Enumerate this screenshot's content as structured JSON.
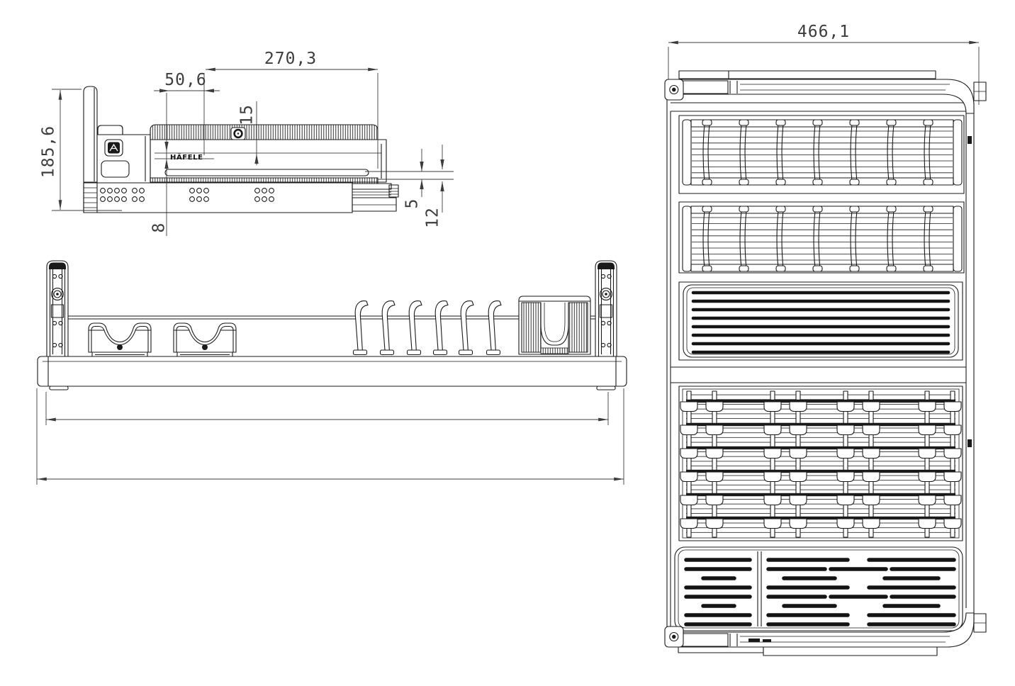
{
  "drawing": {
    "product": "Pull-out kitchen drawer dish rack - 2D CAD drawing, three views",
    "brand_label": "HÄFELE",
    "dims": {
      "overall_height": "185,6",
      "top_span": "270,3",
      "front_offset": "50,6",
      "inner_drop": "15",
      "back_gap": "8",
      "clearance_small": "5",
      "clearance_large": "12",
      "overall_width": "466,1"
    }
  }
}
